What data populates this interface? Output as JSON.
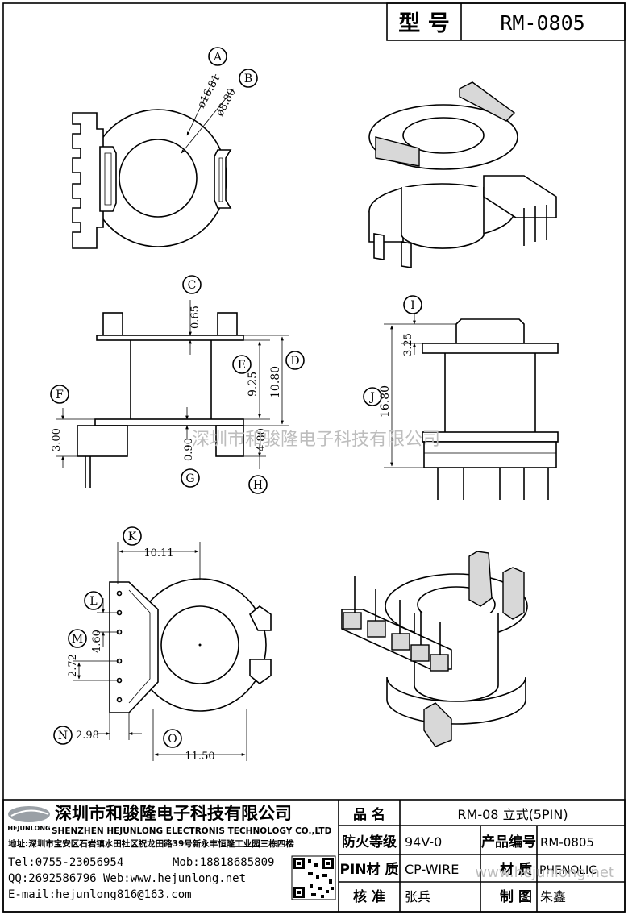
{
  "header": {
    "model_label": "型 号",
    "model_value": "RM-0805"
  },
  "watermark_center": "深圳市和骏隆电子科技有限公司",
  "watermark_corner": "www.hejunlong.net",
  "dims": {
    "phi_a": "ø16.81",
    "phi_b": "ø8.80",
    "d_c": "0.65",
    "d_e": "9.25",
    "d_d": "10.80",
    "d_f": "3.00",
    "d_g": "0.90",
    "d_h": "4.80",
    "d_i": "3.25",
    "d_j": "16.80",
    "d_k": "10.11",
    "d_l": "4.60",
    "d_m": "2.72",
    "d_n": "2.98",
    "d_o": "11.50"
  },
  "markers": [
    "A",
    "B",
    "C",
    "D",
    "E",
    "F",
    "G",
    "H",
    "I",
    "J",
    "K",
    "L",
    "M",
    "N",
    "O"
  ],
  "company": {
    "logo_text": "HEJUNLONG",
    "name_cn": "深圳市和骏隆电子科技有限公司",
    "name_en": "SHENZHEN HEJUNLONG ELECTRONIS TECHNOLOGY CO.,LTD",
    "address": "地址:深圳市宝安区石岩镇水田社区祝龙田路39号新永丰恒隆工业园三栋四楼",
    "tel": "Tel:0755-23056954",
    "mob": "Mob:18818685809",
    "qq_web": "QQ:2692586796 Web:www.hejunlong.net",
    "email": "E-mail:hejunlong816@163.com"
  },
  "spec": {
    "name_label": "品 名",
    "name_value": "RM-08 立式(5PIN)",
    "fire_label": "防火等级",
    "fire_value": "94V-0",
    "code_label": "产品编号",
    "code_value": "RM-0805",
    "pin_label": "PIN材 质",
    "pin_value": "CP-WIRE",
    "mat_label": "材 质",
    "mat_value": "PHENOLIC",
    "check_label": "核 准",
    "check_value": "张兵",
    "draw_label": "制 图",
    "draw_value": "朱鑫"
  }
}
